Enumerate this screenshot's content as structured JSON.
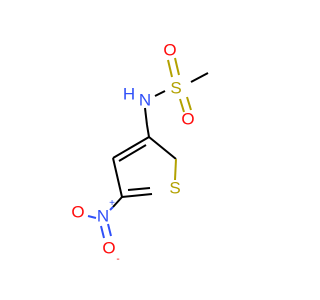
{
  "molecule": {
    "atoms": {
      "o_top": "O",
      "s_sulfonyl": "S",
      "o_right": "O",
      "n_amine": "N",
      "h_amine": "H",
      "s_ring": "S",
      "n_nitro": "N",
      "n_nitro_charge": "+",
      "o_nitro_left": "O",
      "o_nitro_bottom": "O",
      "o_nitro_charge": "-"
    },
    "colors": {
      "bond": "#000000",
      "oxygen": "#ff0d0d",
      "sulfur": "#b2a100",
      "nitrogen": "#3050f8"
    }
  }
}
